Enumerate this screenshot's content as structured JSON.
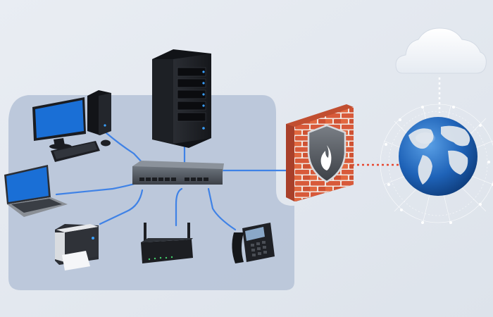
{
  "scene": {
    "background": "#e3e8ef",
    "lan_zone_color": "#b9c6d9",
    "link_color": "#3f82e6",
    "internet_link_color": "#e8472f",
    "cloud_link_color": "#ffffff"
  },
  "devices": [
    {
      "name": "server-tower",
      "icon": "server-icon",
      "kind": "server"
    },
    {
      "name": "desktop-computer",
      "icon": "desktop-icon",
      "kind": "desktop"
    },
    {
      "name": "laptop",
      "icon": "laptop-icon",
      "kind": "laptop"
    },
    {
      "name": "network-switch",
      "icon": "switch-icon",
      "kind": "switch"
    },
    {
      "name": "printer",
      "icon": "printer-icon",
      "kind": "printer"
    },
    {
      "name": "wireless-router",
      "icon": "router-icon",
      "kind": "router"
    },
    {
      "name": "ip-phone",
      "icon": "phone-icon",
      "kind": "phone"
    },
    {
      "name": "firewall",
      "icon": "firewall-shield-icon",
      "kind": "firewall"
    },
    {
      "name": "internet-globe",
      "icon": "globe-icon",
      "kind": "internet"
    },
    {
      "name": "cloud",
      "icon": "cloud-icon",
      "kind": "cloud"
    }
  ],
  "connections": [
    {
      "from": "desktop-computer",
      "to": "network-switch",
      "style": "lan"
    },
    {
      "from": "laptop",
      "to": "network-switch",
      "style": "lan"
    },
    {
      "from": "server-tower",
      "to": "network-switch",
      "style": "lan"
    },
    {
      "from": "printer",
      "to": "network-switch",
      "style": "lan"
    },
    {
      "from": "wireless-router",
      "to": "network-switch",
      "style": "lan"
    },
    {
      "from": "ip-phone",
      "to": "network-switch",
      "style": "lan"
    },
    {
      "from": "network-switch",
      "to": "firewall",
      "style": "lan"
    },
    {
      "from": "firewall",
      "to": "internet-globe",
      "style": "dotted-red"
    },
    {
      "from": "internet-globe",
      "to": "cloud",
      "style": "dotted-white"
    }
  ]
}
